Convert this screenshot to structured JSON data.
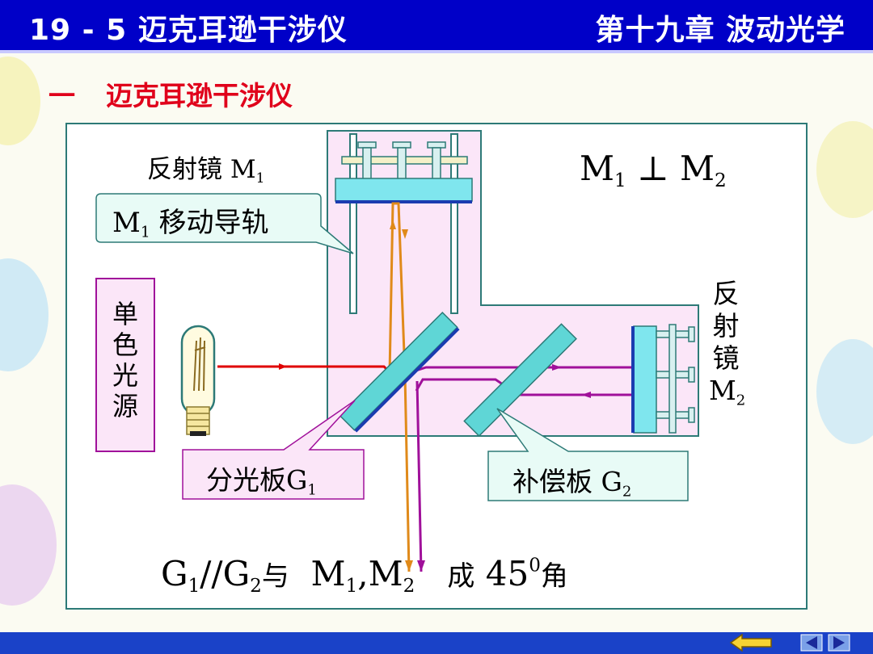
{
  "header": {
    "section_label": "19 - 5 迈克耳逊干涉仪",
    "chapter_label": "第十九章  波动光学"
  },
  "section": {
    "number": "一",
    "title": "迈克耳逊干涉仪"
  },
  "diagram": {
    "mirror1_label": "反射镜",
    "mirror1_symbol": "M",
    "mirror1_sub": "1",
    "guide_rail_m": "M",
    "guide_rail_sub": "1",
    "guide_rail_text": "移动导轨",
    "perp_m1": "M",
    "perp_m1_sub": "1",
    "perp_symbol": "⊥",
    "perp_m2": "M",
    "perp_m2_sub": "2",
    "source_label": [
      "单",
      "色",
      "光",
      "源"
    ],
    "mirror2_label": [
      "反",
      "射",
      "镜"
    ],
    "mirror2_symbol": "M",
    "mirror2_sub": "2",
    "splitter_text": "分光板",
    "splitter_symbol": "G",
    "splitter_sub": "1",
    "compensator_text": "补偿板",
    "compensator_symbol": "G",
    "compensator_sub": "2",
    "formula": {
      "g1": "G",
      "g1_sub": "1",
      "parallel": "//",
      "g2": "G",
      "g2_sub": "2",
      "with": "与",
      "m1": "M",
      "m1_sub": "1",
      "comma": ",",
      "m2": "M",
      "m2_sub": "2",
      "forms": "成",
      "angle": "45",
      "angle_sup": "0",
      "angle_word": "角"
    }
  },
  "colors": {
    "header_bg": "#0000c8",
    "title_red": "#e0001b",
    "light_beam": "#e00000",
    "beam_orange": "#e08a1a",
    "beam_purple": "#a0109a",
    "plate_cyan": "#5fd6d6",
    "frame_teal": "#2d7a77"
  },
  "footer": {
    "nav": [
      "return-icon",
      "previous-icon",
      "next-icon"
    ]
  }
}
